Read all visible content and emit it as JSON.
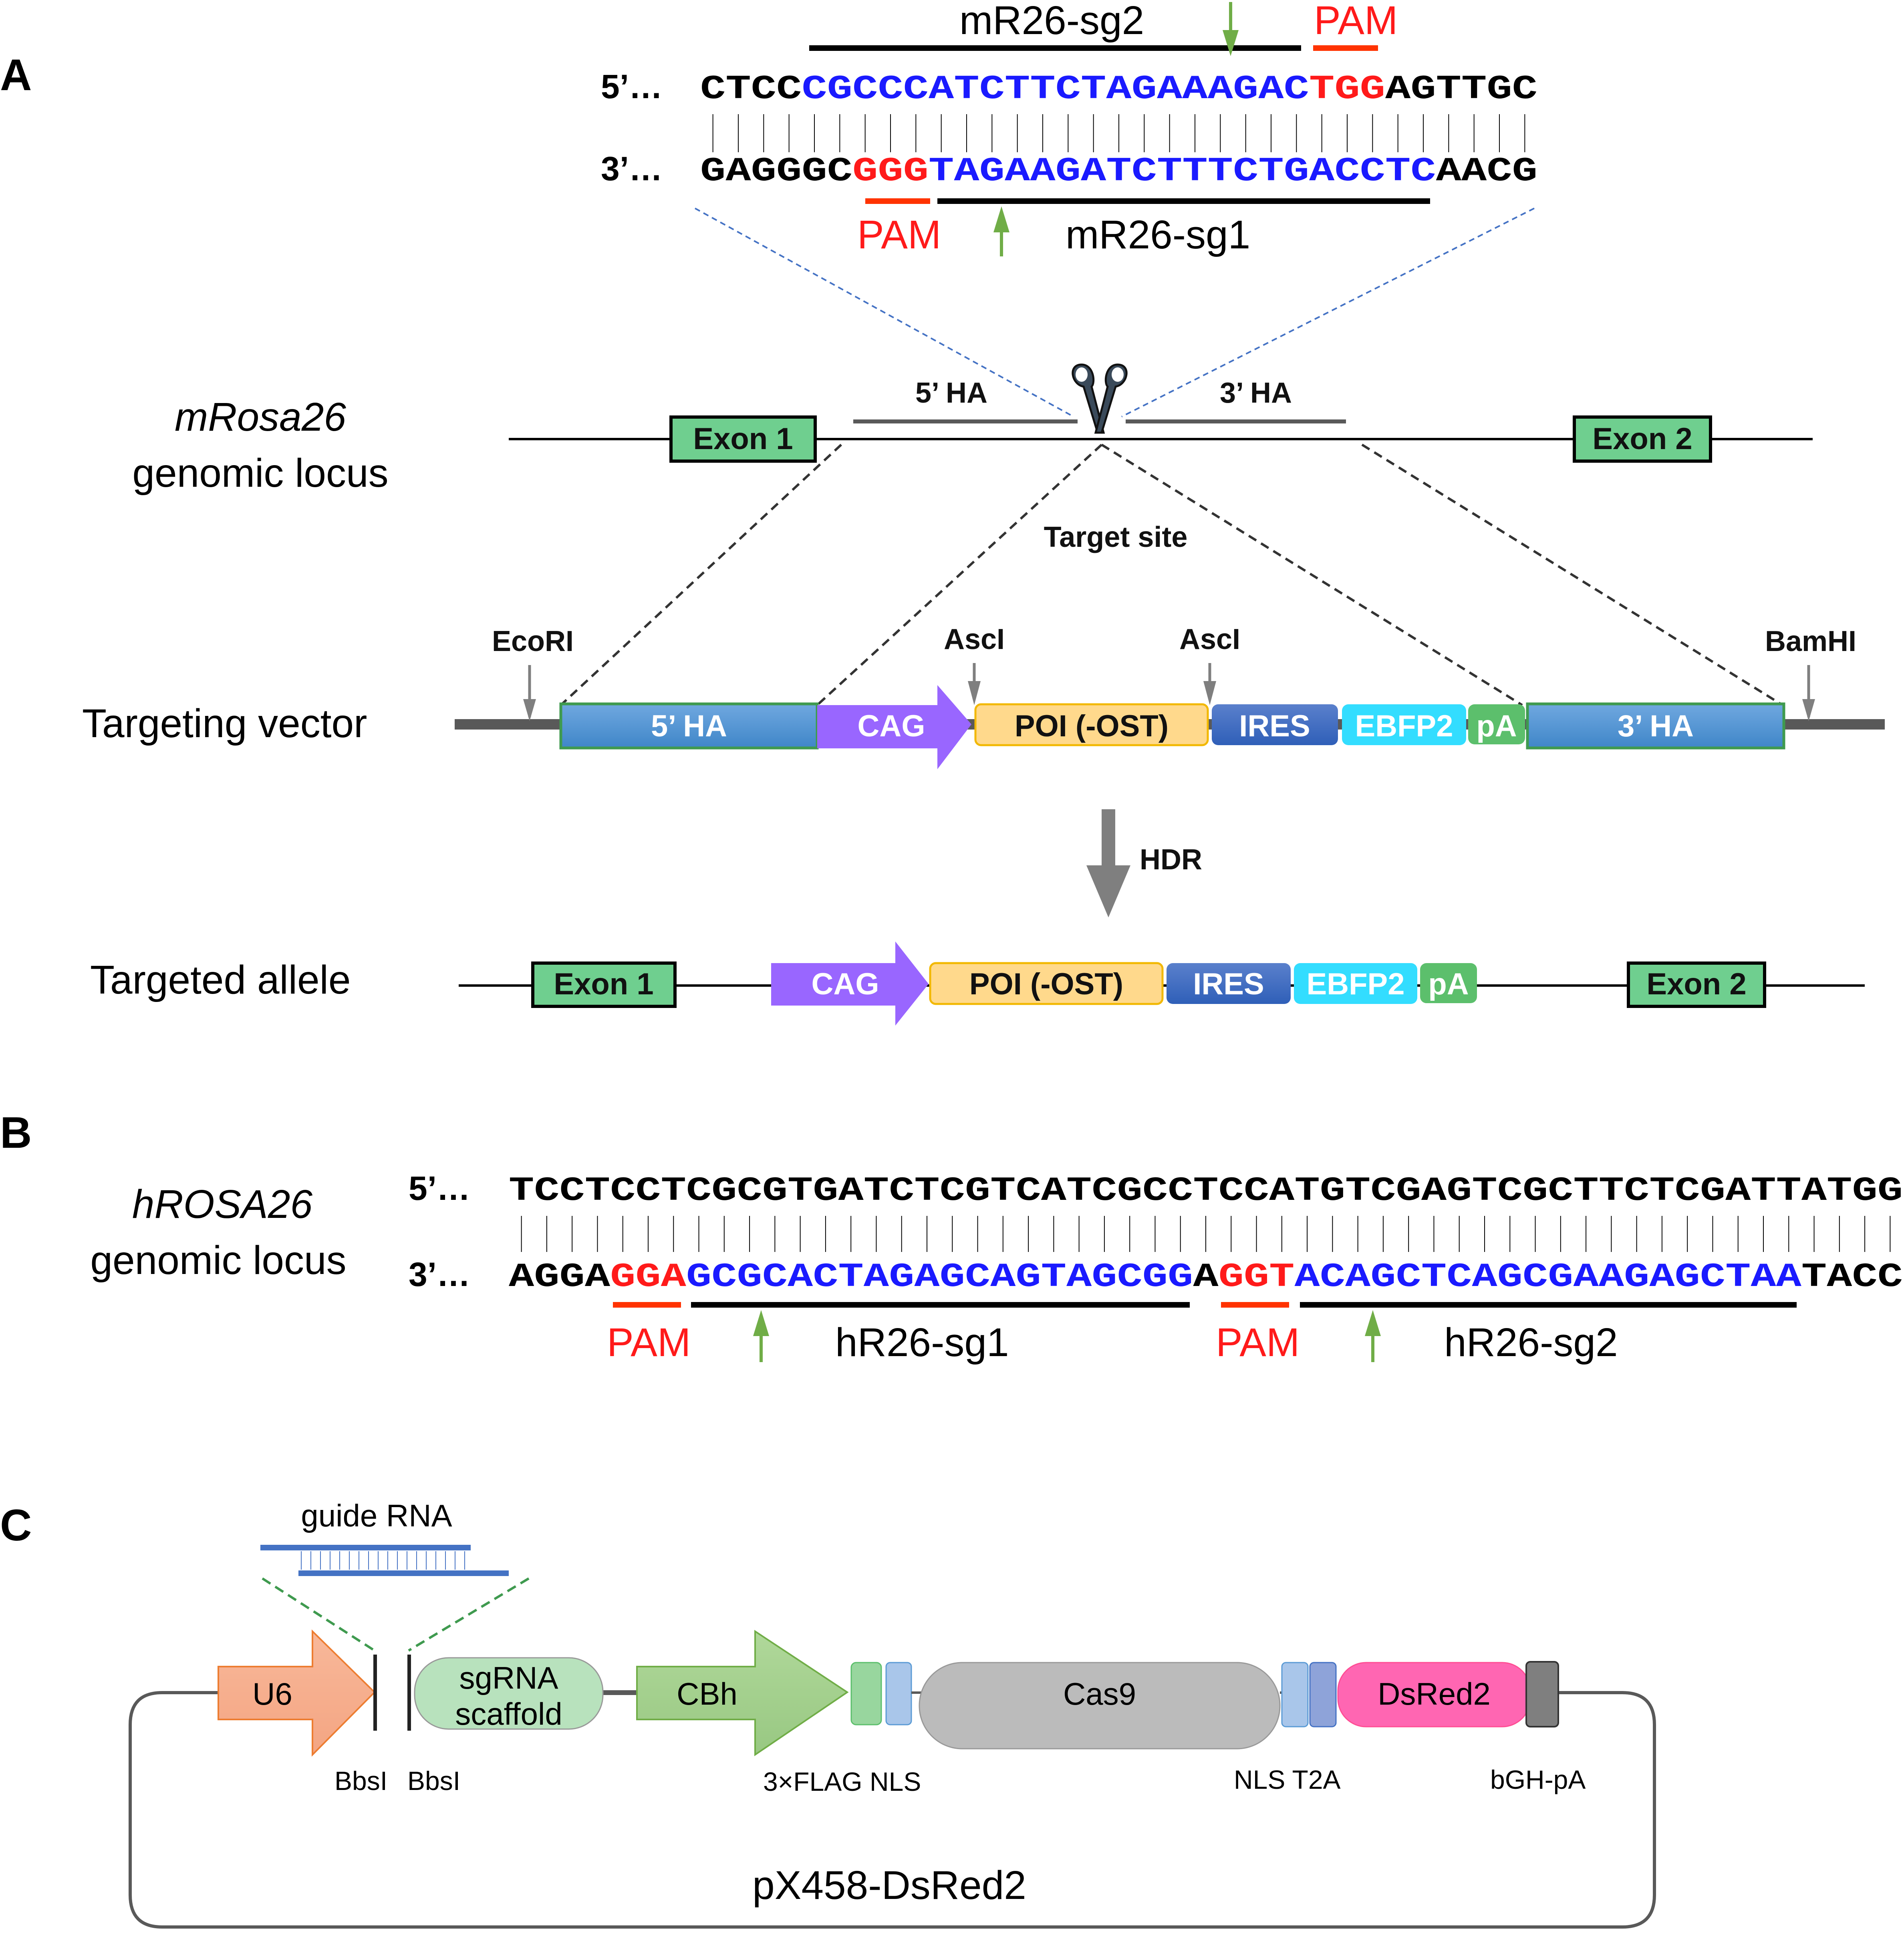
{
  "panels": {
    "A": {
      "letter": "A",
      "mouse_sequence": {
        "top_strand_label": "5’…",
        "bottom_strand_label": "3’…",
        "top_segments": [
          {
            "text": "CTCC",
            "color": "black"
          },
          {
            "text": "CGCCCATCTTCTAGAAAGAC",
            "color": "blue"
          },
          {
            "text": "TGG",
            "color": "red"
          },
          {
            "text": "AGTTGC",
            "color": "black"
          }
        ],
        "bottom_segments": [
          {
            "text": "GAGGGC",
            "color": "black"
          },
          {
            "text": "GGG",
            "color": "red"
          },
          {
            "text": "TAGAAGATCTTTCTGACCTC",
            "color": "blue"
          },
          {
            "text": "AACG",
            "color": "black"
          }
        ],
        "guides": [
          {
            "name": "mR26-sg2",
            "strand": "top",
            "pam_label": "PAM"
          },
          {
            "name": "mR26-sg1",
            "strand": "bottom",
            "pam_label": "PAM"
          }
        ]
      },
      "genomic_locus": {
        "title_line1": "mRosa26",
        "title_line2": "genomic locus",
        "exon1": "Exon 1",
        "exon2": "Exon 2",
        "ha5": "5’ HA",
        "ha3": "3’ HA",
        "target_site": "Target site"
      },
      "targeting_vector": {
        "title": "Targeting vector",
        "sites": [
          "EcoRI",
          "AscI",
          "AscI",
          "BamHI"
        ],
        "elements": [
          {
            "label": "5’ HA",
            "color": "#5b9bd5"
          },
          {
            "label": "CAG",
            "color": "#9966ff"
          },
          {
            "label": "POI (-OST)",
            "color": "#ffd98c"
          },
          {
            "label": "IRES",
            "color": "#3f6cc6"
          },
          {
            "label": "EBFP2",
            "color": "#33ddff"
          },
          {
            "label": "pA",
            "color": "#5cbf6c"
          },
          {
            "label": "3’ HA",
            "color": "#5b9bd5"
          }
        ]
      },
      "hdr_label": "HDR",
      "targeted_allele": {
        "title": "Targeted allele",
        "exon1": "Exon 1",
        "exon2": "Exon 2",
        "elements": [
          "CAG",
          "POI (-OST)",
          "IRES",
          "EBFP2",
          "pA"
        ]
      }
    },
    "B": {
      "letter": "B",
      "title_line1": "hROSA26",
      "title_line2": "genomic locus",
      "top_strand_label": "5’…",
      "bottom_strand_label": "3’…",
      "top_segments": [
        {
          "text": "TCCTCCTCGCGTGATCTCGTCATCGCCTCCATGTCGAGTCGCTTCTCGATTATGG",
          "color": "black"
        }
      ],
      "bottom_segments": [
        {
          "text": "AGGA",
          "color": "black"
        },
        {
          "text": "GGA",
          "color": "red"
        },
        {
          "text": "GCGCACTAGAGCAGTAGCGG",
          "color": "blue"
        },
        {
          "text": "A",
          "color": "black"
        },
        {
          "text": "GGT",
          "color": "red"
        },
        {
          "text": "ACAGCTCAGCGAAGAGCTAA",
          "color": "blue"
        },
        {
          "text": "TACC",
          "color": "black"
        }
      ],
      "guides": [
        {
          "name": "hR26-sg1",
          "pam_label": "PAM"
        },
        {
          "name": "hR26-sg2",
          "pam_label": "PAM"
        }
      ]
    },
    "C": {
      "letter": "C",
      "guide_rna_label": "guide RNA",
      "plasmid_name": "pX458-DsRed2",
      "elements": {
        "u6": "U6",
        "scaffold_line1": "sgRNA",
        "scaffold_line2": "scaffold",
        "cbh": "CBh",
        "cas9": "Cas9",
        "dsred2": "DsRed2"
      },
      "annotations": {
        "bbsi1": "BbsI",
        "bbsi2": "BbsI",
        "flag_nls": "3×FLAG NLS",
        "nls_t2a": "NLS  T2A",
        "bgh": "bGH-pA"
      }
    }
  },
  "colors": {
    "pam_red": "#ff1a1a",
    "guide_blue": "#1a1aff",
    "arrow_green": "#70ad47",
    "exon_green": "#6fcf8f",
    "dna_gray": "#595959"
  }
}
